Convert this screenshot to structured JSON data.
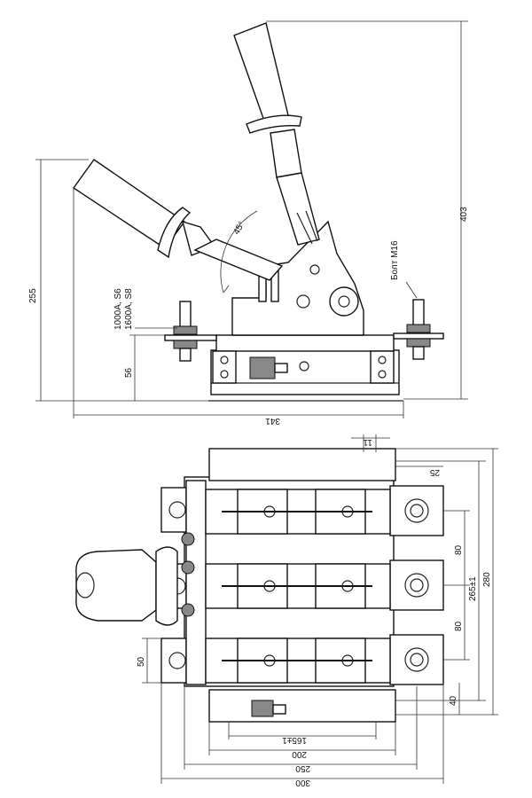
{
  "side_view": {
    "dim_width": "341",
    "dim_total_height": "403",
    "dim_low_height": "255",
    "dim_base_height": "56",
    "angle_label": "45°",
    "bolt_label": "Болт М16",
    "rating_1": "1000А, S6",
    "rating_2": "1600А, S8"
  },
  "top_view": {
    "dim_11": "11",
    "dim_25": "25",
    "dim_80_a": "80",
    "dim_80_b": "80",
    "dim_265": "265±1",
    "dim_280": "280",
    "dim_40": "40",
    "dim_50": "50",
    "dim_165": "165±1",
    "dim_200": "200",
    "dim_250": "250",
    "dim_300": "300"
  }
}
